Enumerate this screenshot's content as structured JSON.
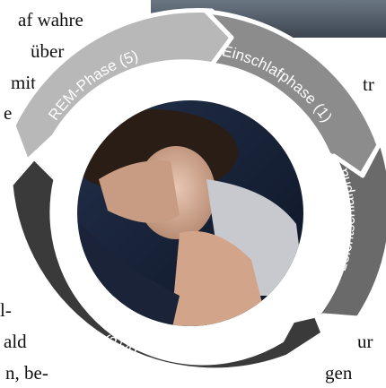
{
  "background_text_fragments": [
    "af wahre",
    "über",
    "mit",
    "e",
    "tr",
    "l-",
    "ald",
    "n, be-",
    "ur",
    "gen"
  ],
  "cycle": {
    "phases": [
      {
        "label": "Einschlafphase (1)",
        "color": "#8c8c8c"
      },
      {
        "label": "Leichtschlafphase (2)",
        "color": "#6a6a6a"
      },
      {
        "label": "Tiefschlafphase (3+4)",
        "color": "#3a3a3a"
      },
      {
        "label": "REM-Phase (5)",
        "color": "#b8b8b8"
      }
    ],
    "center_image": "woman-sleeping-photo"
  }
}
